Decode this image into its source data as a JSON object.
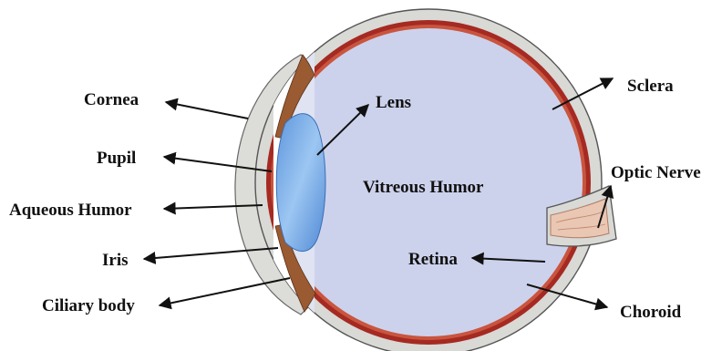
{
  "labels": {
    "cornea": "Cornea",
    "pupil": "Pupil",
    "aqueous_humor": "Aqueous Humor",
    "iris": "Iris",
    "ciliary_body": "Ciliary body",
    "lens": "Lens",
    "vitreous_humor": "Vitreous Humor",
    "retina": "Retina",
    "sclera": "Sclera",
    "optic_nerve": "Optic Nerve",
    "choroid": "Choroid"
  },
  "colors": {
    "sclera": "#d9d9d6",
    "choroid": "#a52a22",
    "vitreous": "#cdd2ec",
    "lens": "#6fa3e3",
    "iris_ciliary": "#9a5a32",
    "optic_nerve": "#e9c7b3",
    "arrow": "#111111"
  }
}
